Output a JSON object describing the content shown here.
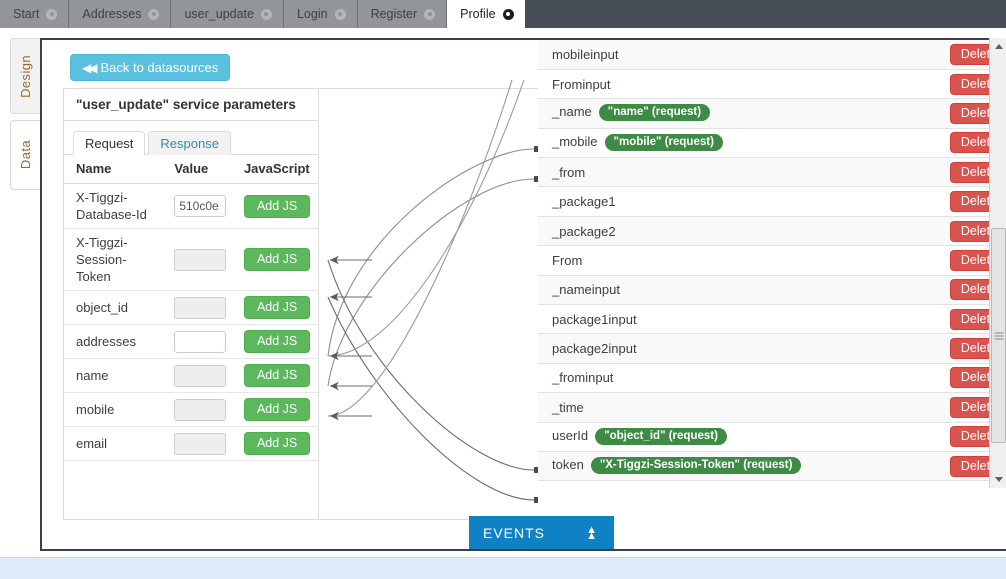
{
  "browser_tabs": [
    {
      "label": "Start",
      "active": false,
      "closeable": true
    },
    {
      "label": "Addresses",
      "active": false,
      "closeable": true
    },
    {
      "label": "user_update",
      "active": false,
      "closeable": true
    },
    {
      "label": "Login",
      "active": false,
      "closeable": true
    },
    {
      "label": "Register",
      "active": false,
      "closeable": true
    },
    {
      "label": "Profile",
      "active": true,
      "closeable": true
    }
  ],
  "rail": {
    "items": [
      {
        "label": "Design",
        "active": true
      },
      {
        "label": "Data",
        "active": false
      }
    ]
  },
  "toolbar": {
    "back_label": "Back to datasources",
    "back_icon": "double-chevron-left-icon",
    "accent_color": "#5bc0de"
  },
  "params_panel": {
    "title": "\"user_update\" service parameters",
    "tabs": [
      {
        "label": "Request",
        "active": true
      },
      {
        "label": "Response",
        "active": false
      }
    ],
    "columns": [
      "Name",
      "Value",
      "JavaScript"
    ],
    "js_button_label": "Add JS",
    "js_button_color": "#5cb85c",
    "rows": [
      {
        "name": "X-Tiggzi-Database-Id",
        "value": "510c0e",
        "placeholder": "",
        "filled": true
      },
      {
        "name": "X-Tiggzi-Session-Token",
        "value": "",
        "placeholder": "",
        "filled": false
      },
      {
        "name": "object_id",
        "value": "",
        "placeholder": "",
        "filled": false
      },
      {
        "name": "addresses",
        "value": "",
        "placeholder": "",
        "filled": true
      },
      {
        "name": "name",
        "value": "",
        "placeholder": "",
        "filled": false
      },
      {
        "name": "mobile",
        "value": "",
        "placeholder": "",
        "filled": false
      },
      {
        "name": "email",
        "value": "",
        "placeholder": "",
        "filled": false
      }
    ]
  },
  "fields_panel": {
    "delete_label": "Delete",
    "delete_color": "#d9534f",
    "tag_color": "#3d8b45",
    "rows": [
      {
        "name": "mobileinput",
        "tag": ""
      },
      {
        "name": "Frominput",
        "tag": ""
      },
      {
        "name": "_name",
        "tag": "\"name\" (request)"
      },
      {
        "name": "_mobile",
        "tag": "\"mobile\" (request)"
      },
      {
        "name": "_from",
        "tag": ""
      },
      {
        "name": "_package1",
        "tag": ""
      },
      {
        "name": "_package2",
        "tag": ""
      },
      {
        "name": "From",
        "tag": ""
      },
      {
        "name": "_nameinput",
        "tag": ""
      },
      {
        "name": "package1input",
        "tag": ""
      },
      {
        "name": "package2input",
        "tag": ""
      },
      {
        "name": "_frominput",
        "tag": ""
      },
      {
        "name": "_time",
        "tag": ""
      },
      {
        "name": "userId",
        "tag": "\"object_id\" (request)"
      },
      {
        "name": "token",
        "tag": "\"X-Tiggzi-Session-Token\" (request)"
      }
    ]
  },
  "events_bar": {
    "label": "EVENTS",
    "icon": "double-arrow-up-icon",
    "color": "#0f82c5"
  },
  "scrollbar": {
    "up_icon": "triangle-up-icon",
    "down_icon": "triangle-down-icon",
    "thumb_icon": "scroll-thumb-grip"
  }
}
